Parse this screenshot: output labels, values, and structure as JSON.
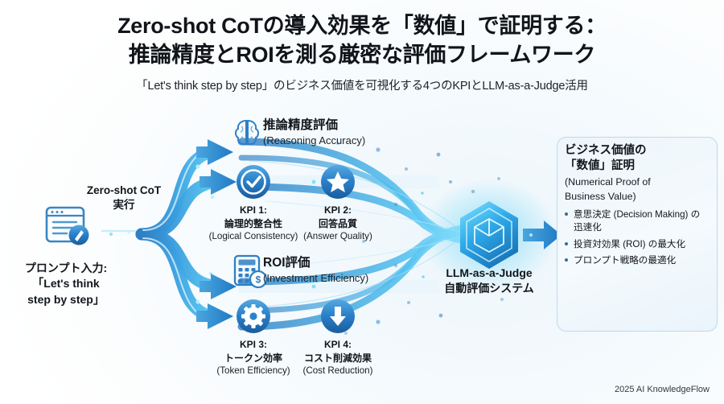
{
  "header": {
    "title_line1": "Zero-shot CoTの導入効果を「数値」で証明する：",
    "title_line2": "推論精度とROIを測る厳密な評価フレームワーク",
    "subtitle": "「Let's think step by step」のビジネス価値を可視化する4つのKPIとLLM-as-a-Judge活用"
  },
  "input_node": {
    "icon": "document-pencil-icon",
    "flow_label_line1": "Zero-shot CoT",
    "flow_label_line2": "実行",
    "caption_line1": "プロンプト入力:",
    "caption_line2": "「Let's think",
    "caption_line3": "step by step」"
  },
  "groups": [
    {
      "id": "reasoning-accuracy",
      "icon": "brain-icon",
      "title_ja": "推論精度評価",
      "title_en": "(Reasoning Accuracy)"
    },
    {
      "id": "roi",
      "icon": "calculator-dollar-icon",
      "title_ja": "ROI評価",
      "title_en": "(Investment Efficiency)"
    }
  ],
  "kpis": [
    {
      "id": "kpi-1",
      "icon": "check-circle-icon",
      "number": "KPI 1:",
      "name_ja": "論理的整合性",
      "name_en": "(Logical Consistency)"
    },
    {
      "id": "kpi-2",
      "icon": "star-circle-icon",
      "number": "KPI 2:",
      "name_ja": "回答品質",
      "name_en": "(Answer Quality)"
    },
    {
      "id": "kpi-3",
      "icon": "gear-circle-icon",
      "number": "KPI 3:",
      "name_ja": "トークン効率",
      "name_en": "(Token Efficiency)"
    },
    {
      "id": "kpi-4",
      "icon": "down-arrow-circle-icon",
      "number": "KPI 4:",
      "name_ja": "コスト削減効果",
      "name_en": "(Cost Reduction)"
    }
  ],
  "hub": {
    "icon": "hexagon-cube-icon",
    "caption_line1": "LLM-as-a-Judge",
    "caption_line2": "自動評価システム"
  },
  "panel": {
    "title_line1": "ビジネス価値の",
    "title_line2": "「数値」証明",
    "subtitle_line1": "(Numerical Proof of",
    "subtitle_line2": "Business Value)",
    "bullets": [
      "意思決定 (Decision Making) の迅速化",
      "投資対効果 (ROI) の最大化",
      "プロンプト戦略の最適化"
    ],
    "chart_icon": "growth-bar-chart-icon",
    "arrow_icon": "up-arrow-icon"
  },
  "footer": {
    "credit": "2025 AI KnowledgeFlow"
  },
  "colors": {
    "accent_blue": "#2f8fd6",
    "deep_blue": "#1b5fa8",
    "cyan": "#3fd0f5",
    "panel_border": "#bcd9ec",
    "text": "#12161b"
  }
}
